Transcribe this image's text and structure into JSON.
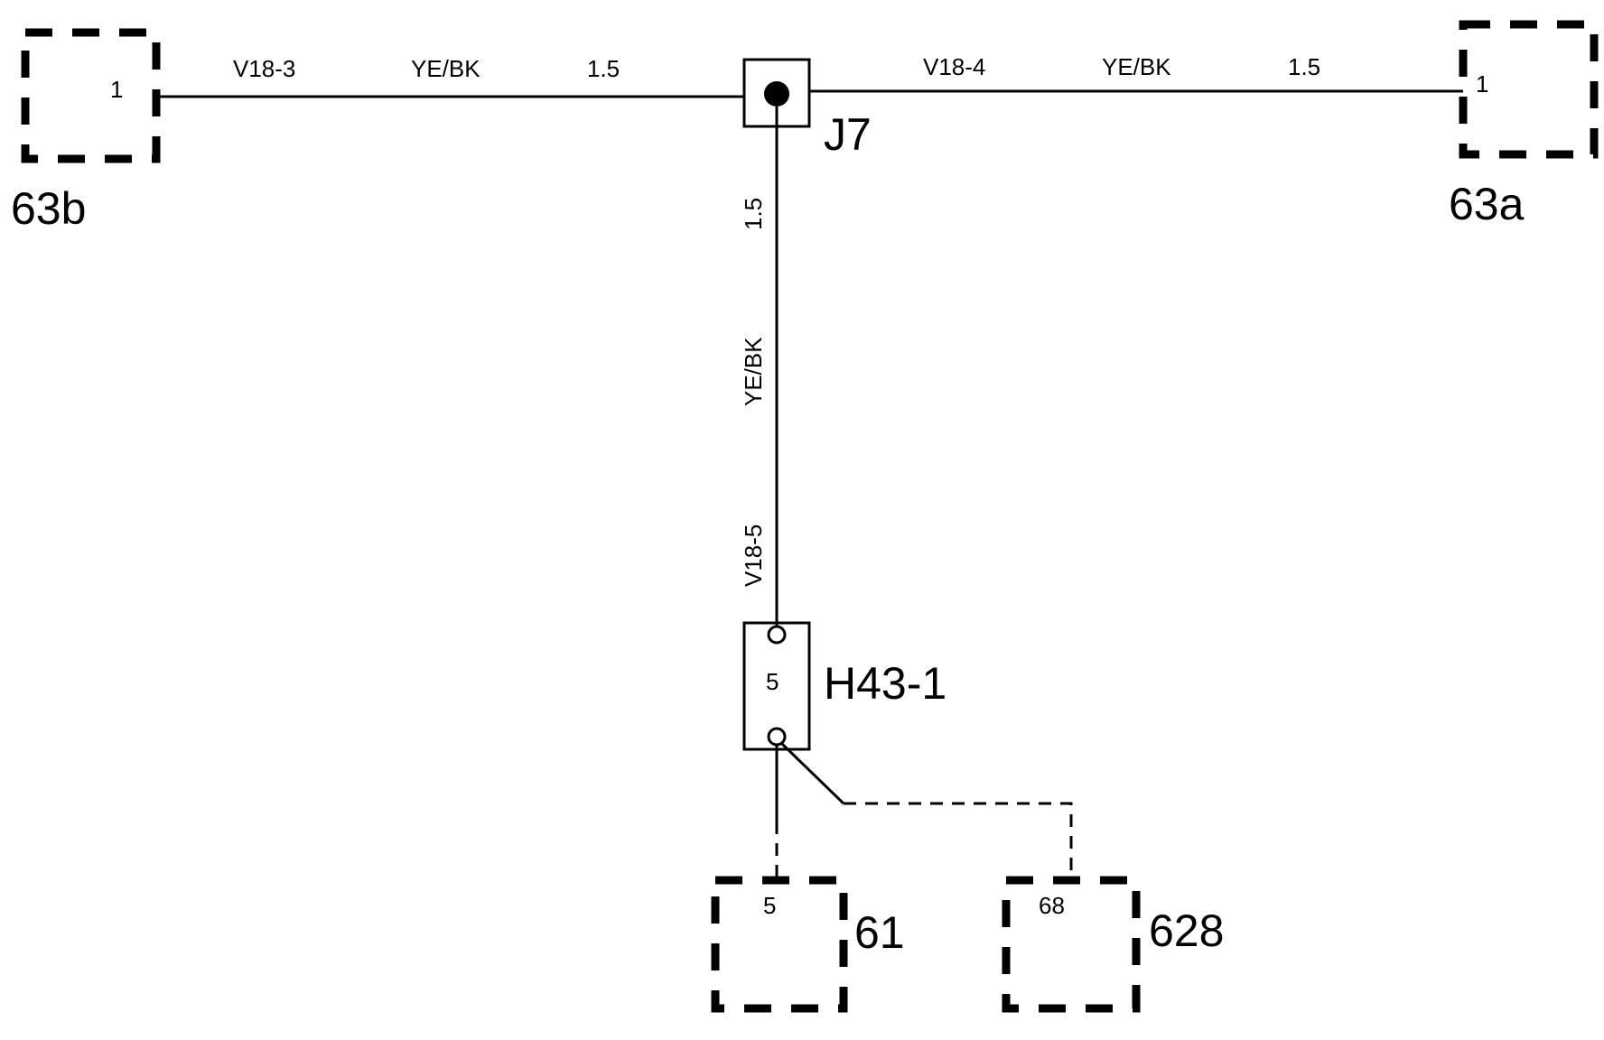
{
  "connectors": {
    "c63b": {
      "name": "63b",
      "pin": "1"
    },
    "c63a": {
      "name": "63a",
      "pin": "1"
    },
    "c61": {
      "name": "61",
      "pin": "5"
    },
    "c628": {
      "name": "628",
      "pin": "68"
    }
  },
  "splice": {
    "name": "J7"
  },
  "module": {
    "name": "H43-1",
    "pin": "5"
  },
  "wires": {
    "left": {
      "id": "V18-3",
      "color": "YE/BK",
      "size": "1.5"
    },
    "right": {
      "id": "V18-4",
      "color": "YE/BK",
      "size": "1.5"
    },
    "vertical": {
      "id": "V18-5",
      "color": "YE/BK",
      "size": "1.5"
    }
  }
}
